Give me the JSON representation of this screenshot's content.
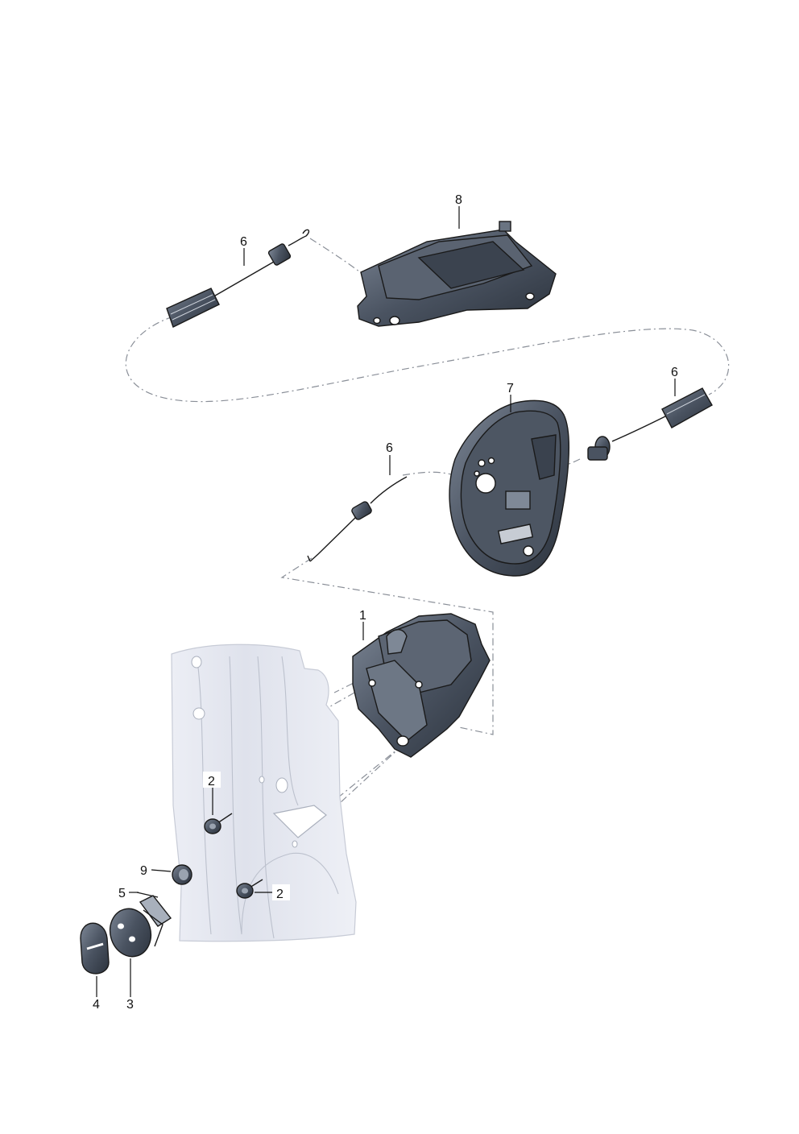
{
  "diagram": {
    "callouts": [
      {
        "id": "c1",
        "label": "1"
      },
      {
        "id": "c2a",
        "label": "2"
      },
      {
        "id": "c2b",
        "label": "2"
      },
      {
        "id": "c3",
        "label": "3"
      },
      {
        "id": "c4",
        "label": "4"
      },
      {
        "id": "c5",
        "label": "5"
      },
      {
        "id": "c6a",
        "label": "6"
      },
      {
        "id": "c6b",
        "label": "6"
      },
      {
        "id": "c6c",
        "label": "6"
      },
      {
        "id": "c7",
        "label": "7"
      },
      {
        "id": "c8",
        "label": "8"
      },
      {
        "id": "c9",
        "label": "9"
      }
    ]
  },
  "colors": {
    "part_dark": "#39414d",
    "part_mid": "#5b6472",
    "part_light": "#8b95a3",
    "panel": "#e9ebf2",
    "leader": "#8a8f98"
  }
}
